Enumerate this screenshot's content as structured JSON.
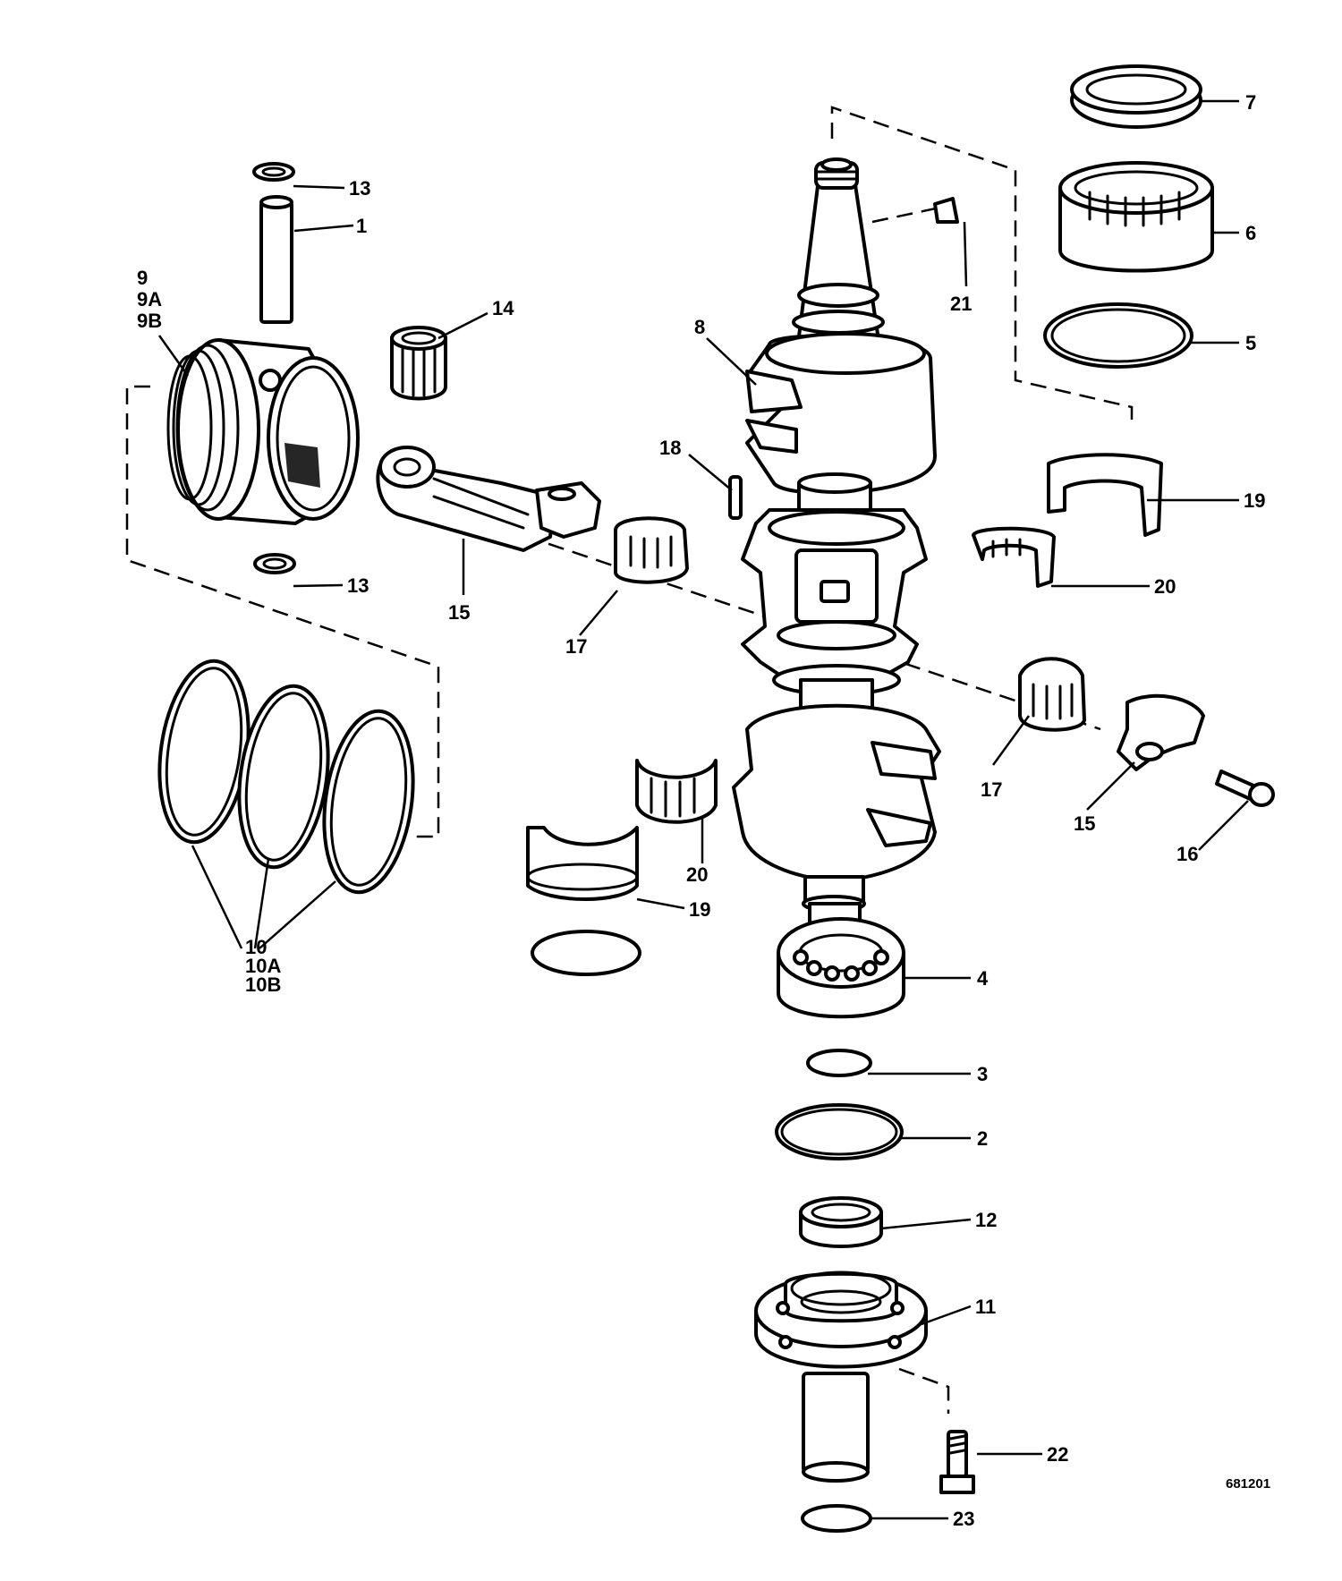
{
  "drawing_code": "681201",
  "callouts": {
    "c1": "1",
    "c2": "2",
    "c3": "3",
    "c4": "4",
    "c5": "5",
    "c6": "6",
    "c7": "7",
    "c8": "8",
    "c9": "9",
    "c9a": "9A",
    "c9b": "9B",
    "c10": "10",
    "c10a": "10A",
    "c10b": "10B",
    "c11": "11",
    "c12": "12",
    "c13_top": "13",
    "c13_bottom": "13",
    "c14": "14",
    "c15_left": "15",
    "c15_right": "15",
    "c16": "16",
    "c17_left": "17",
    "c17_right": "17",
    "c18": "18",
    "c19_right": "19",
    "c19_left": "19",
    "c20_right": "20",
    "c20_left": "20",
    "c21": "21",
    "c22": "22",
    "c23": "23"
  }
}
